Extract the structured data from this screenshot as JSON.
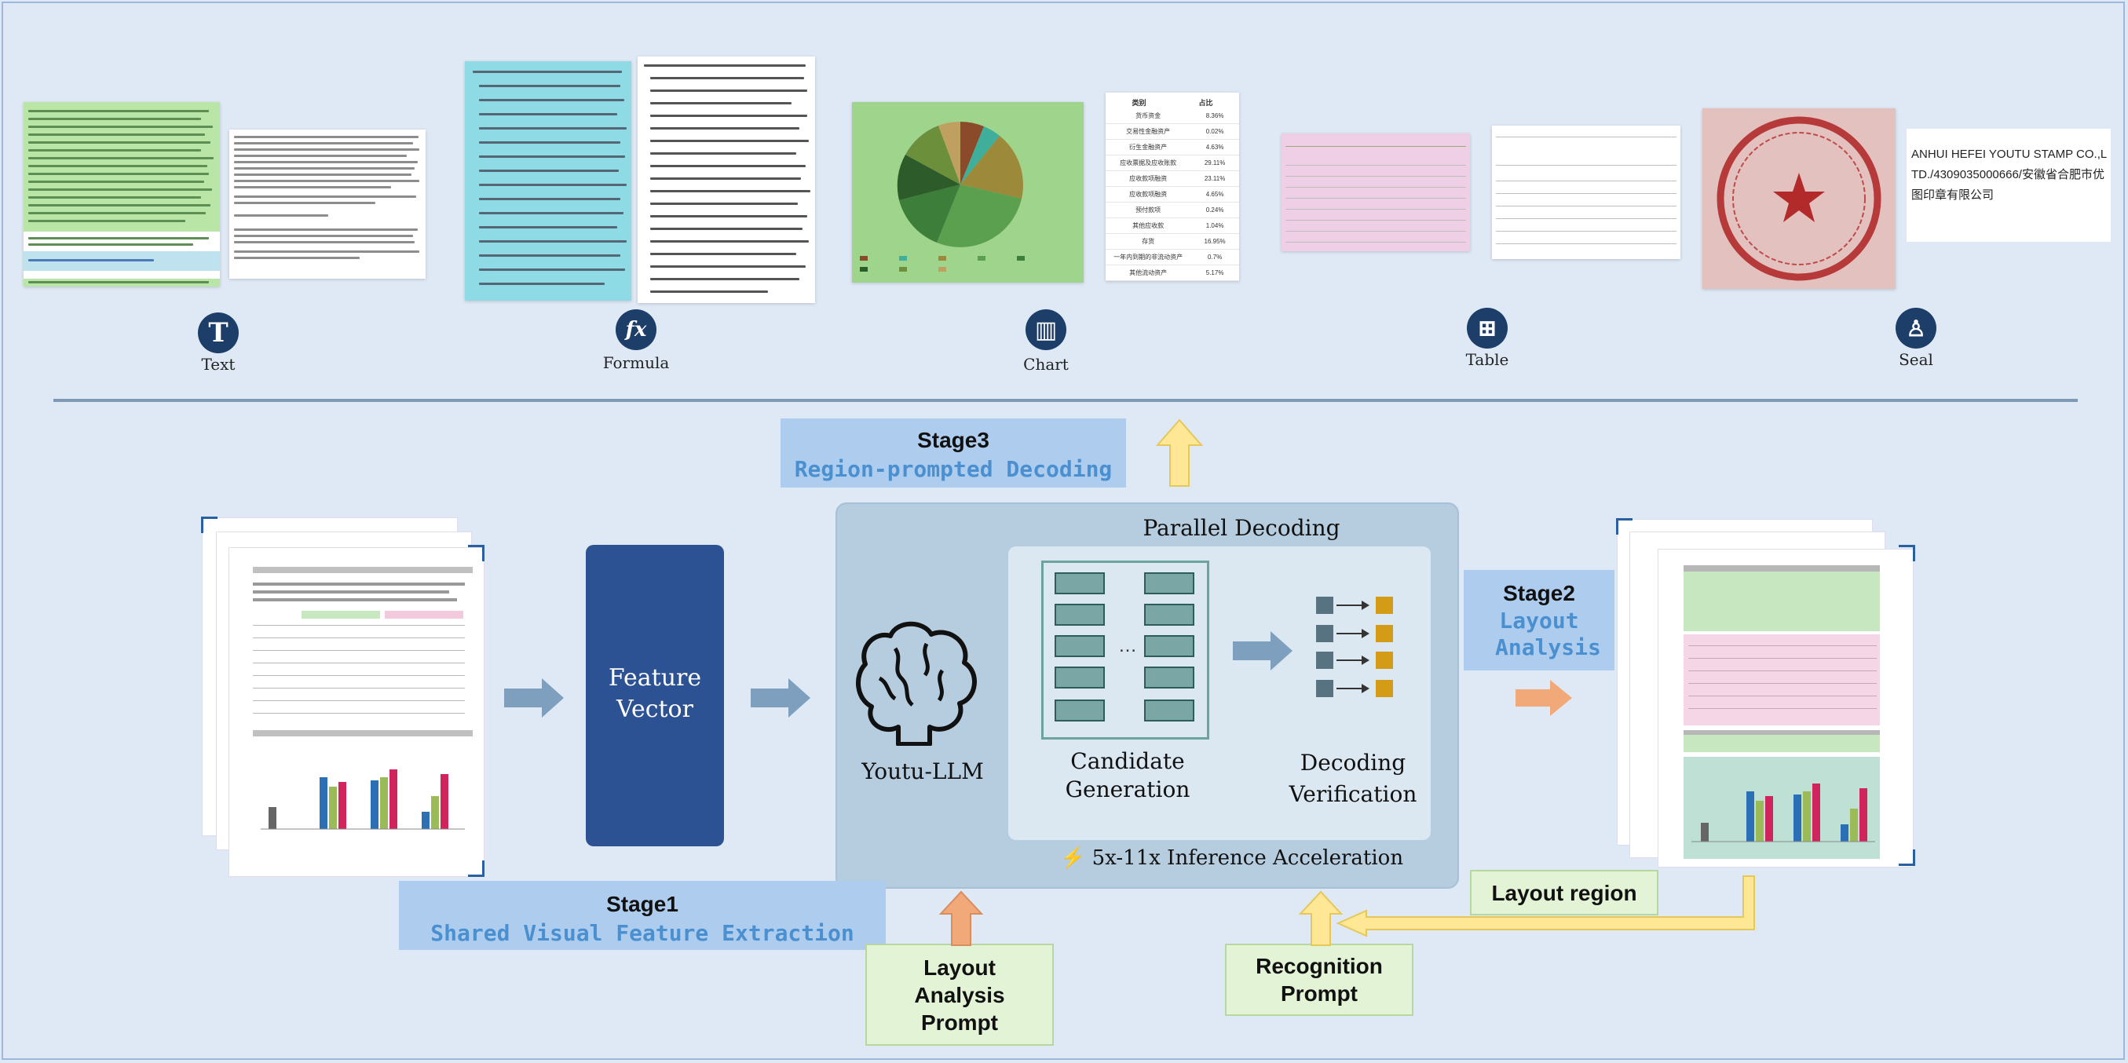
{
  "categories": [
    {
      "label": "Text",
      "icon": "text-icon",
      "glyph": "T"
    },
    {
      "label": "Formula",
      "icon": "formula-icon",
      "glyph": "fx"
    },
    {
      "label": "Chart",
      "icon": "chart-icon",
      "glyph": "▥"
    },
    {
      "label": "Table",
      "icon": "table-icon",
      "glyph": "⊞"
    },
    {
      "label": "Seal",
      "icon": "seal-icon",
      "glyph": "♙"
    }
  ],
  "pie_legend": [
    {
      "label": "货币资金",
      "value": "8.36%"
    },
    {
      "label": "交易性金融资产",
      "value": "0.02%"
    },
    {
      "label": "衍生金融资产",
      "value": "4.63%"
    },
    {
      "label": "应收票据及应收账款",
      "value": "29.11%"
    },
    {
      "label": "应收款项融资",
      "value": "23.11%"
    },
    {
      "label": "应收款项融资",
      "value": "4.65%"
    },
    {
      "label": "预付款项",
      "value": "0.24%"
    },
    {
      "label": "其他应收款",
      "value": "1.04%"
    },
    {
      "label": "存货",
      "value": "16.95%"
    },
    {
      "label": "一年内到期的非流动资产",
      "value": "0.7%"
    },
    {
      "label": "其他流动资产",
      "value": "5.17%"
    }
  ],
  "pie_table_header": [
    "类别",
    "占比"
  ],
  "seal": {
    "ocr_text": "ANHUI HEFEI YOUTU STAMP CO.,LTD./4309035000666/安徽省合肥市优图印章有限公司"
  },
  "stages": {
    "stage1": {
      "title": "Stage1",
      "subtitle": "Shared Visual Feature Extraction"
    },
    "stage2": {
      "title": "Stage2",
      "subtitle": "Layout Analysis"
    },
    "stage3": {
      "title": "Stage3",
      "subtitle": "Region-prompted Decoding"
    }
  },
  "feature_vector": "Feature Vector",
  "parallel_decoding": "Parallel Decoding",
  "youtu_llm": "Youtu-LLM",
  "candidate_generation": "Candidate Generation",
  "decoding_verification": "Decoding Verification",
  "acceleration": "5x-11x Inference Acceleration",
  "prompts": {
    "layout_analysis": "Layout Analysis Prompt",
    "recognition": "Recognition Prompt",
    "layout_region": "Layout region"
  },
  "colors": {
    "icon_bg": "#1d3e69",
    "stage_bg": "#aecdee",
    "stage_sub": "#4a90d0",
    "feature_box": "#2d5293",
    "decode_panel": "#b6cde0",
    "prompt_box": "#e3f3d6",
    "arrow_yellow": "#ffe796",
    "arrow_orange": "#f2a97a",
    "arrow_blue": "#7f9fbf"
  }
}
